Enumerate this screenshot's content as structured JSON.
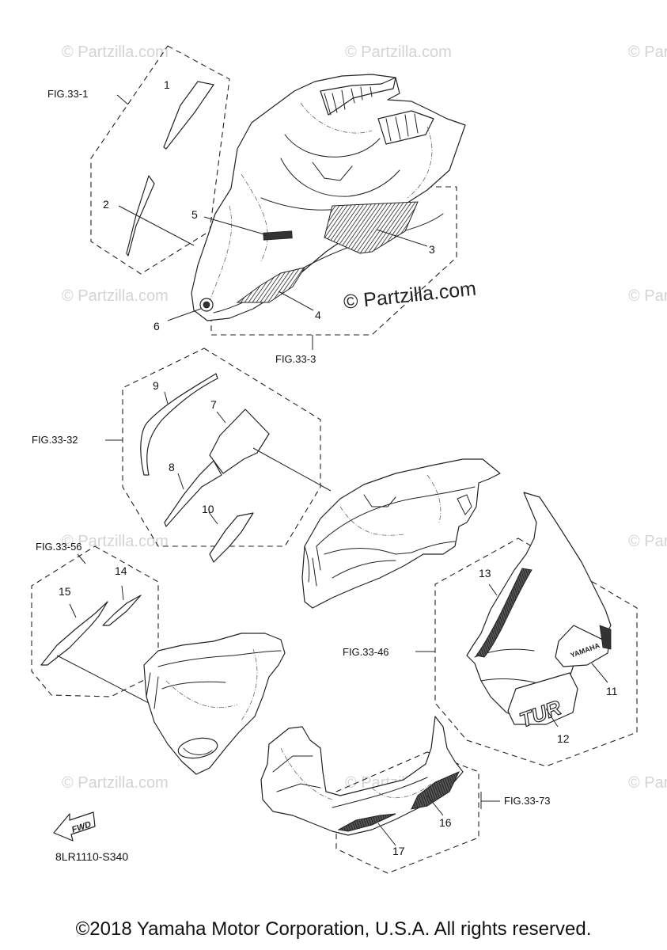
{
  "watermarks": {
    "small": "© Partzilla.com",
    "main": "© Partzilla.com"
  },
  "callouts": [
    "1",
    "2",
    "3",
    "4",
    "5",
    "6",
    "7",
    "8",
    "9",
    "10",
    "11",
    "12",
    "13",
    "14",
    "15",
    "16",
    "17"
  ],
  "figures": {
    "fig_33_1": "FIG.33-1",
    "fig_33_3": "FIG.33-3",
    "fig_33_32": "FIG.33-32",
    "fig_33_56": "FIG.33-56",
    "fig_33_46": "FIG.33-46",
    "fig_33_73": "FIG.33-73"
  },
  "fwd_label": "FWD",
  "decal_text": {
    "yamaha": "YAMAHA",
    "turbo": "TUR"
  },
  "diagram_code": "8LR1110-S340",
  "copyright": "©2018 Yamaha Motor Corporation, U.S.A. All rights reserved.",
  "colors": {
    "line": "#222222",
    "watermark": "#d4d4d4",
    "background": "#ffffff"
  }
}
